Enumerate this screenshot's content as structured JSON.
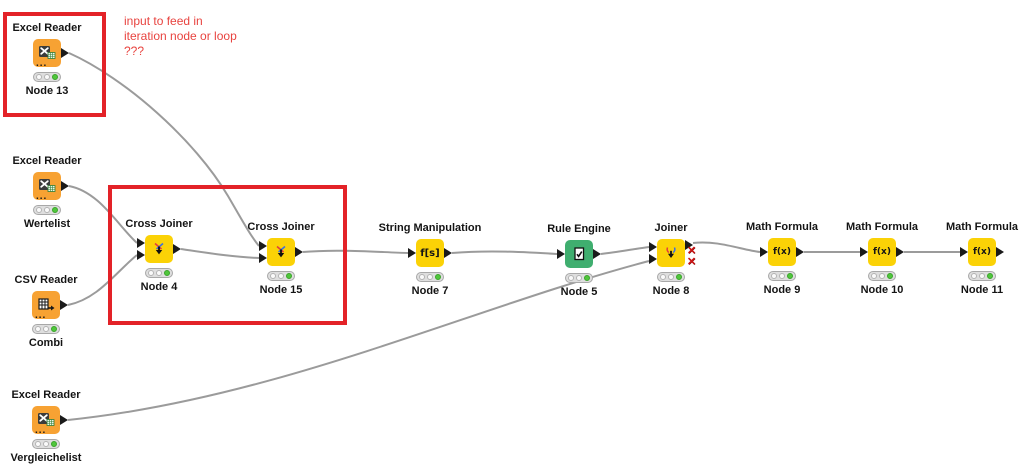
{
  "app": "KNIME workflow editor canvas",
  "annotation": {
    "line1": "input to feed in",
    "line2": "iteration node or loop",
    "line3": "???",
    "color": "#e8433f"
  },
  "highlights": {
    "count": 2,
    "border_color": "#e32228",
    "box1_around": "Excel Reader Node 13",
    "box2_around": "Cross Joiner Node 4 and Cross Joiner Node 15"
  },
  "icons": {
    "ellipsis": "...",
    "inactive_port": "✕",
    "string_glyph": "f[s]",
    "math_glyph": "f(x)"
  },
  "colors": {
    "reader_node": "#f7a233",
    "manipulator_node": "#fbd206",
    "rule_engine_node": "#3fae6f",
    "wire": "#9b9b9b",
    "traffic_light_green": "#50c73c",
    "port": "#1a1a1a"
  },
  "nodes": [
    {
      "title": "Excel Reader",
      "name": "Node 13",
      "status": "executed"
    },
    {
      "title": "Excel Reader",
      "name": "Wertelist",
      "status": "executed"
    },
    {
      "title": "CSV Reader",
      "name": "Combi",
      "status": "executed"
    },
    {
      "title": "Excel Reader",
      "name": "Vergleichelist",
      "status": "executed"
    },
    {
      "title": "Cross Joiner",
      "name": "Node 4",
      "status": "executed"
    },
    {
      "title": "Cross Joiner",
      "name": "Node 15",
      "status": "executed"
    },
    {
      "title": "String Manipulation",
      "name": "Node 7",
      "status": "executed"
    },
    {
      "title": "Rule Engine",
      "name": "Node 5",
      "status": "executed"
    },
    {
      "title": "Joiner",
      "name": "Node 8",
      "status": "executed"
    },
    {
      "title": "Math Formula",
      "name": "Node 9",
      "status": "executed"
    },
    {
      "title": "Math Formula",
      "name": "Node 10",
      "status": "executed"
    },
    {
      "title": "Math Formula",
      "name": "Node 11",
      "status": "executed"
    }
  ],
  "connections": [
    {
      "from": "Node 13",
      "to": "Node 15 (top input)"
    },
    {
      "from": "Wertelist",
      "to": "Node 4 (top input)"
    },
    {
      "from": "Combi",
      "to": "Node 4 (bottom input)"
    },
    {
      "from": "Node 4",
      "to": "Node 15 (bottom input)"
    },
    {
      "from": "Node 15",
      "to": "Node 7"
    },
    {
      "from": "Node 7",
      "to": "Node 5"
    },
    {
      "from": "Node 5",
      "to": "Node 8 (top input)"
    },
    {
      "from": "Vergleichelist",
      "to": "Node 8 (bottom input)"
    },
    {
      "from": "Node 8",
      "to": "Node 9"
    },
    {
      "from": "Node 9",
      "to": "Node 10"
    },
    {
      "from": "Node 10",
      "to": "Node 11"
    }
  ]
}
